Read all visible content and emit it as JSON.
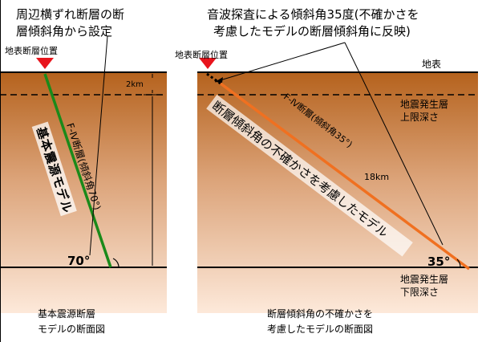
{
  "left": {
    "note_line1": "周辺横ずれ断層の断",
    "note_line2": "層傾斜角から設定",
    "surface_fault_label": "地表断層位置",
    "depth_label": "2km",
    "fault_label": "F-Ⅳ断層(傾斜角70°)",
    "model_label": "基本震源モデル",
    "angle": "70°",
    "caption_line1": "基本震源断層",
    "caption_line2": "モデルの断面図"
  },
  "right": {
    "note_line1": "音波探査による傾斜角35度(不確かさを",
    "note_line2": "考慮したモデルの断層傾斜角に反映)",
    "surface_fault_label": "地表断層位置",
    "surface_label": "地表",
    "upper_line1": "地震発生層",
    "upper_line2": "上限深さ",
    "fault_label": "F-Ⅳ断層(傾斜角35°)",
    "model_label": "断層傾斜角の不確かさを考慮したモデル",
    "depth_label": "18km",
    "angle": "35°",
    "lower_line1": "地震発生層",
    "lower_line2": "下限深さ",
    "caption_line1": "断層傾斜角の不確かさを",
    "caption_line2": "考慮したモデルの断面図"
  },
  "colors": {
    "ground_top": "#b5621d",
    "ground_bottom": "#fce8d8",
    "fault_green": "#1a8a1a",
    "fault_orange": "#f07020",
    "marker_red": "#e8141c"
  }
}
